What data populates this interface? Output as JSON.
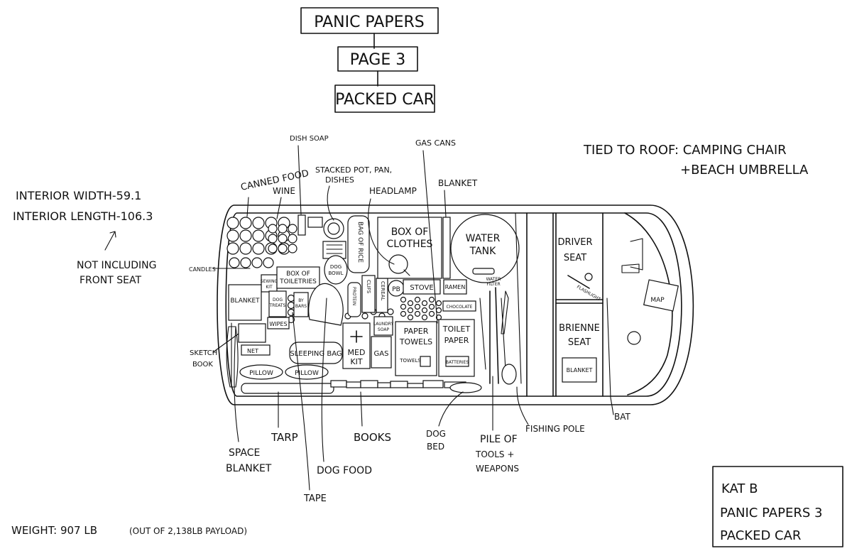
{
  "header": {
    "title": "PANIC PAPERS",
    "page": "PAGE 3",
    "subtitle": "PACKED CAR"
  },
  "roof_note": {
    "line1": "TIED TO ROOF: CAMPING CHAIR",
    "line2": "+BEACH UMBRELLA"
  },
  "dimensions": {
    "width": "INTERIOR WIDTH-59.1",
    "length": "INTERIOR LENGTH-106.3",
    "note1": "NOT INCLUDING",
    "note2": "FRONT SEAT"
  },
  "weight": {
    "main": "WEIGHT: 907 LB",
    "detail": "(OUT OF 2,138LB PAYLOAD)"
  },
  "signature": {
    "line1": "KAT B",
    "line2": "PANIC PAPERS 3",
    "line3": "PACKED CAR"
  },
  "callouts": {
    "dish_soap": "DISH SOAP",
    "canned_food": "CANNED FOOD",
    "wine": "WINE",
    "stacked1": "STACKED POT, PAN,",
    "stacked2": "DISHES",
    "headlamp": "HEADLAMP",
    "gas_cans": "GAS CANS",
    "blanket_top": "BLANKET",
    "candles": "CANDLES",
    "sketch1": "SKETCH",
    "sketch2": "BOOK",
    "space1": "SPACE",
    "space2": "BLANKET",
    "tarp": "TARP",
    "tape": "TAPE",
    "dog_food": "DOG FOOD",
    "books": "BOOKS",
    "dog_bed1": "DOG",
    "dog_bed2": "BED",
    "pile1": "PILE OF",
    "pile2": "TOOLS +",
    "pile3": "WEAPONS",
    "fishing_pole": "FISHING POLE",
    "bat": "BAT"
  },
  "items": {
    "box_clothes1": "BOX OF",
    "box_clothes2": "CLOTHES",
    "water_tank1": "WATER",
    "water_tank2": "TANK",
    "water_filter1": "WATER",
    "water_filter2": "FILTER",
    "bag_rice": "BAG OF RICE",
    "dog_bowl1": "DOG",
    "dog_bowl2": "BOWL",
    "toiletries1": "BOX OF",
    "toiletries2": "TOILETRIES",
    "sewing1": "SEWING",
    "sewing2": "KIT",
    "blanket_box": "BLANKET",
    "dog_treats1": "DOG",
    "dog_treats2": "TREATS",
    "protein1": "BY",
    "protein2": "BARS",
    "wipes": "WIPES",
    "net": "NET",
    "sleeping_bag": "SLEEPING BAG",
    "pillow1": "PILLOW",
    "pillow2": "PILLOW",
    "med1": "MED",
    "med2": "KIT",
    "gas": "GAS",
    "laundry1": "LAUNDRY",
    "laundry2": "SOAP",
    "cereal": "CEREAL",
    "pb": "PB",
    "stove": "STOVE",
    "ramen": "RAMEN",
    "chocolate": "CHOCOLATE",
    "protein_pwd": "PROTEIN",
    "clif": "CLIFS",
    "paper_towels1": "PAPER",
    "paper_towels2": "TOWELS",
    "towels": "TOWELS",
    "toilet_paper1": "TOILET",
    "toilet_paper2": "PAPER",
    "batteries": "BATTERIES",
    "driver1": "DRIVER",
    "driver2": "SEAT",
    "flashlight": "FLASHLIGHT",
    "brienne1": "BRIENNE",
    "brienne2": "SEAT",
    "seat_blanket": "BLANKET",
    "map": "MAP"
  }
}
